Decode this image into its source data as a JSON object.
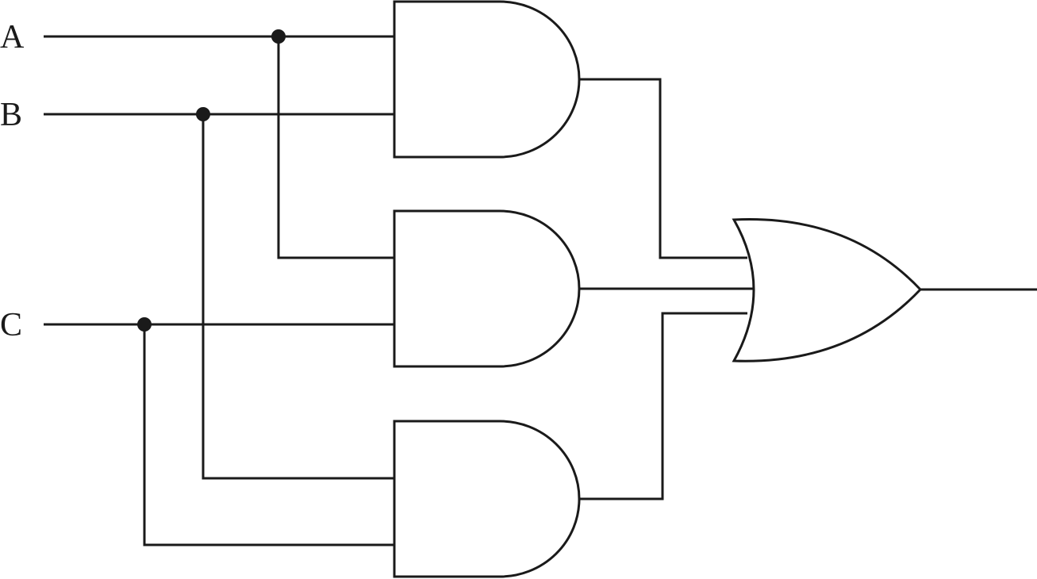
{
  "diagram": {
    "type": "logic-circuit",
    "inputs": [
      {
        "id": "A",
        "label": "A"
      },
      {
        "id": "B",
        "label": "B"
      },
      {
        "id": "C",
        "label": "C"
      }
    ],
    "gates": [
      {
        "id": "and1",
        "type": "AND",
        "inputs": [
          "A",
          "B"
        ]
      },
      {
        "id": "and2",
        "type": "AND",
        "inputs": [
          "A",
          "C"
        ]
      },
      {
        "id": "and3",
        "type": "AND",
        "inputs": [
          "B",
          "C"
        ]
      },
      {
        "id": "or1",
        "type": "OR",
        "inputs": [
          "and1",
          "and2",
          "and3"
        ]
      }
    ],
    "output": "or1",
    "colors": {
      "stroke": "#1a1a1a",
      "background": "#ffffff"
    }
  }
}
